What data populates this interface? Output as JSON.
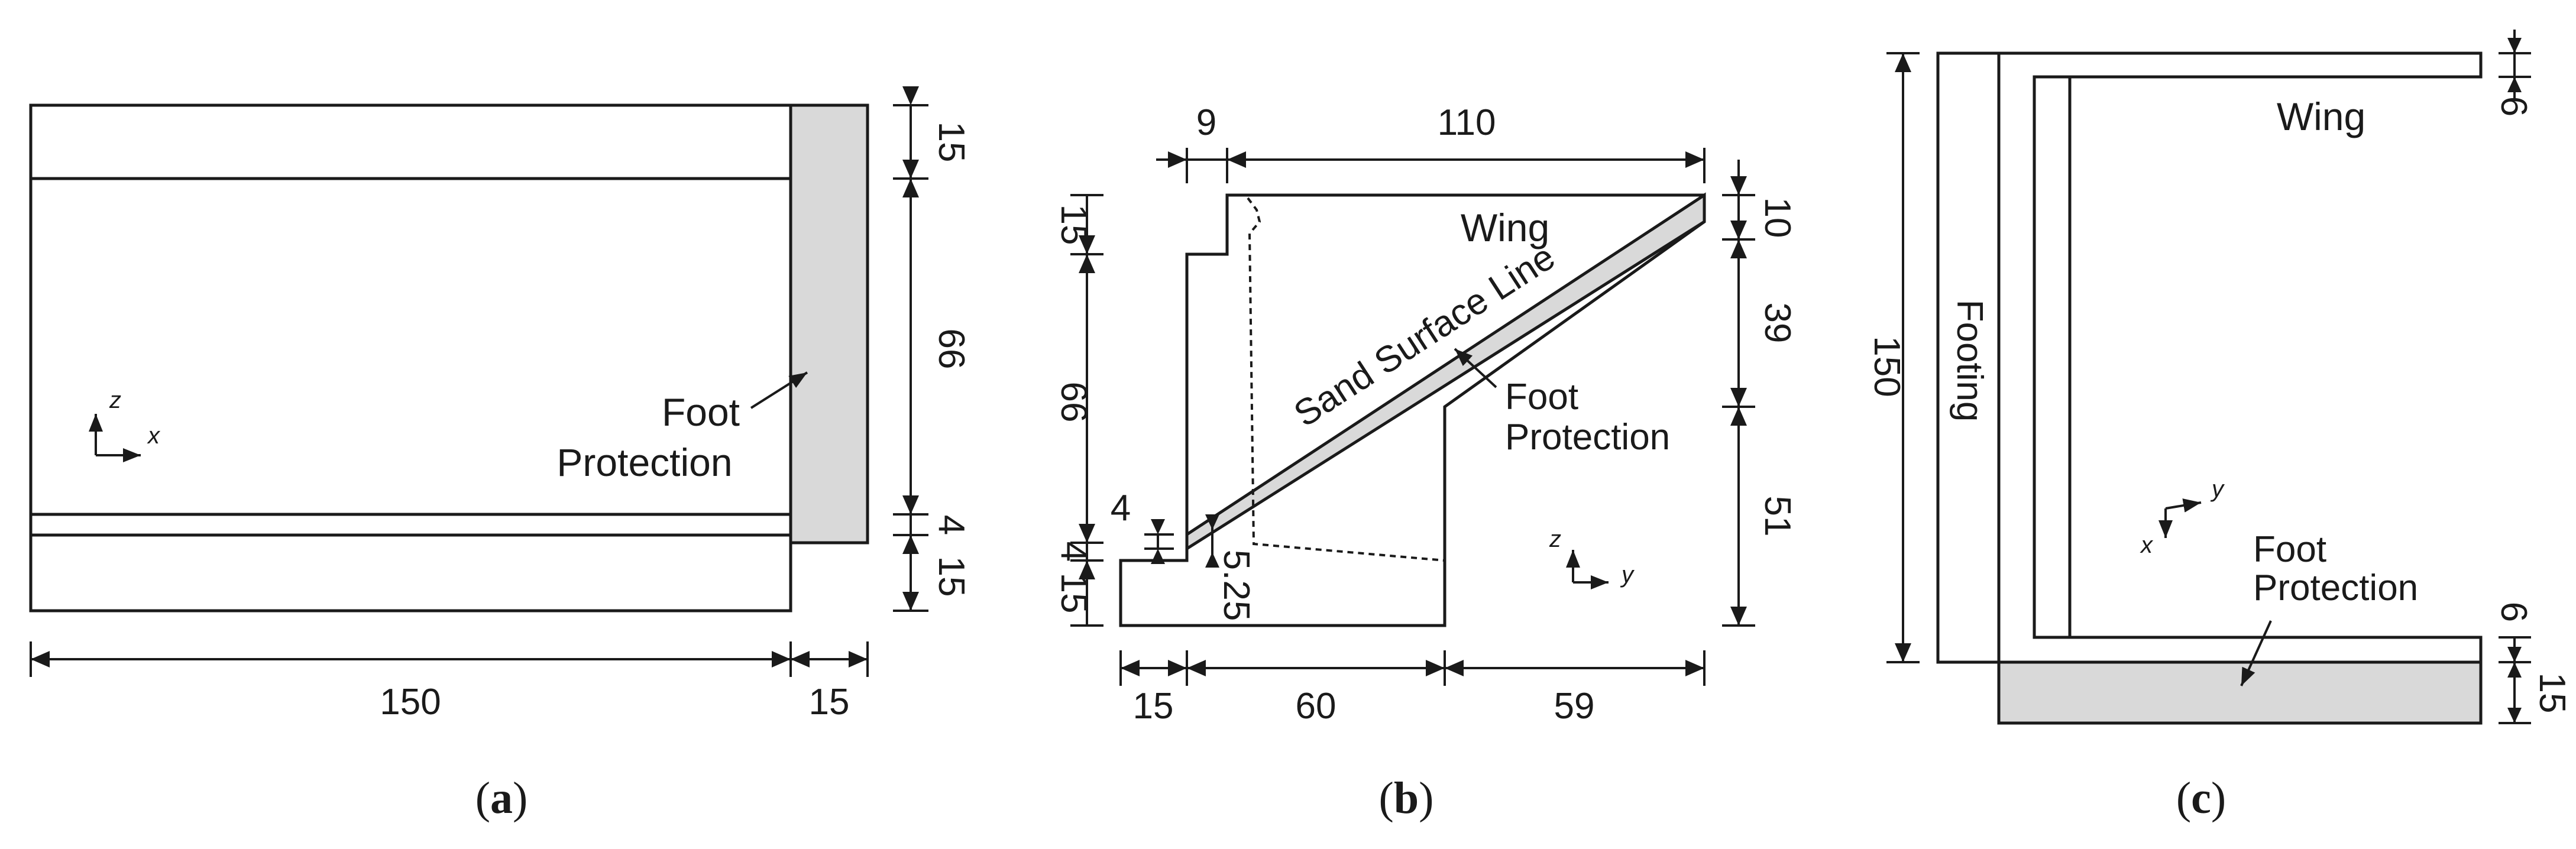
{
  "panel_a": {
    "caption_open": "(",
    "caption_letter": "a",
    "caption_close": ")",
    "label_foot_line1": "Foot",
    "label_foot_line2": "Protection",
    "axis_z": "z",
    "axis_x": "x",
    "dims": {
      "width_main": "150",
      "width_foot": "15",
      "top_band": "15",
      "mid_band": "66",
      "thin_band": "4",
      "bottom_band": "15"
    }
  },
  "panel_b": {
    "caption_open": "(",
    "caption_letter": "b",
    "caption_close": ")",
    "label_wing": "Wing",
    "label_sand": "Sand Surface Line",
    "label_foot_line1": "Foot",
    "label_foot_line2": "Protection",
    "axis_z": "z",
    "axis_y": "y",
    "dims": {
      "top_left": "9",
      "top_right": "110",
      "left_15": "15",
      "left_66": "66",
      "left_4_upper": "4",
      "left_4": "4",
      "left_15_low": "15",
      "slab_525": "5.25",
      "right_10": "10",
      "right_39": "39",
      "right_51": "51",
      "bottom_15": "15",
      "bottom_60": "60",
      "bottom_59": "59"
    }
  },
  "panel_c": {
    "caption_open": "(",
    "caption_letter": "c",
    "caption_close": ")",
    "label_wing": "Wing",
    "label_footing": "Footing",
    "label_foot_line1": "Foot",
    "label_foot_line2": "Protection",
    "axis_x": "x",
    "axis_y": "y",
    "dims": {
      "height_150": "150",
      "top_6": "6",
      "bottom_6": "6",
      "bottom_15": "15"
    }
  },
  "colors": {
    "line": "#1a1a1a",
    "fill_foot_protection": "#d9d9d9",
    "background": "#ffffff"
  }
}
